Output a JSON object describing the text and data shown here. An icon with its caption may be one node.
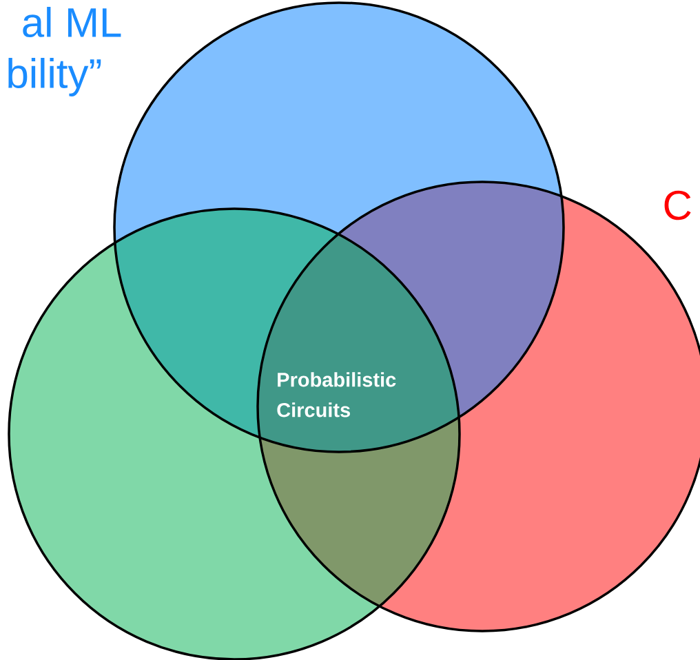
{
  "diagram": {
    "nodes": [
      {
        "text": [],
        "shape": "circle"
      },
      {
        "text": [],
        "shape": "circle"
      },
      {
        "text": [],
        "shape": "circle"
      }
    ],
    "labels": [
      "al ML",
      "bility”",
      "C",
      "Probabilistic Circuits"
    ]
  }
}
